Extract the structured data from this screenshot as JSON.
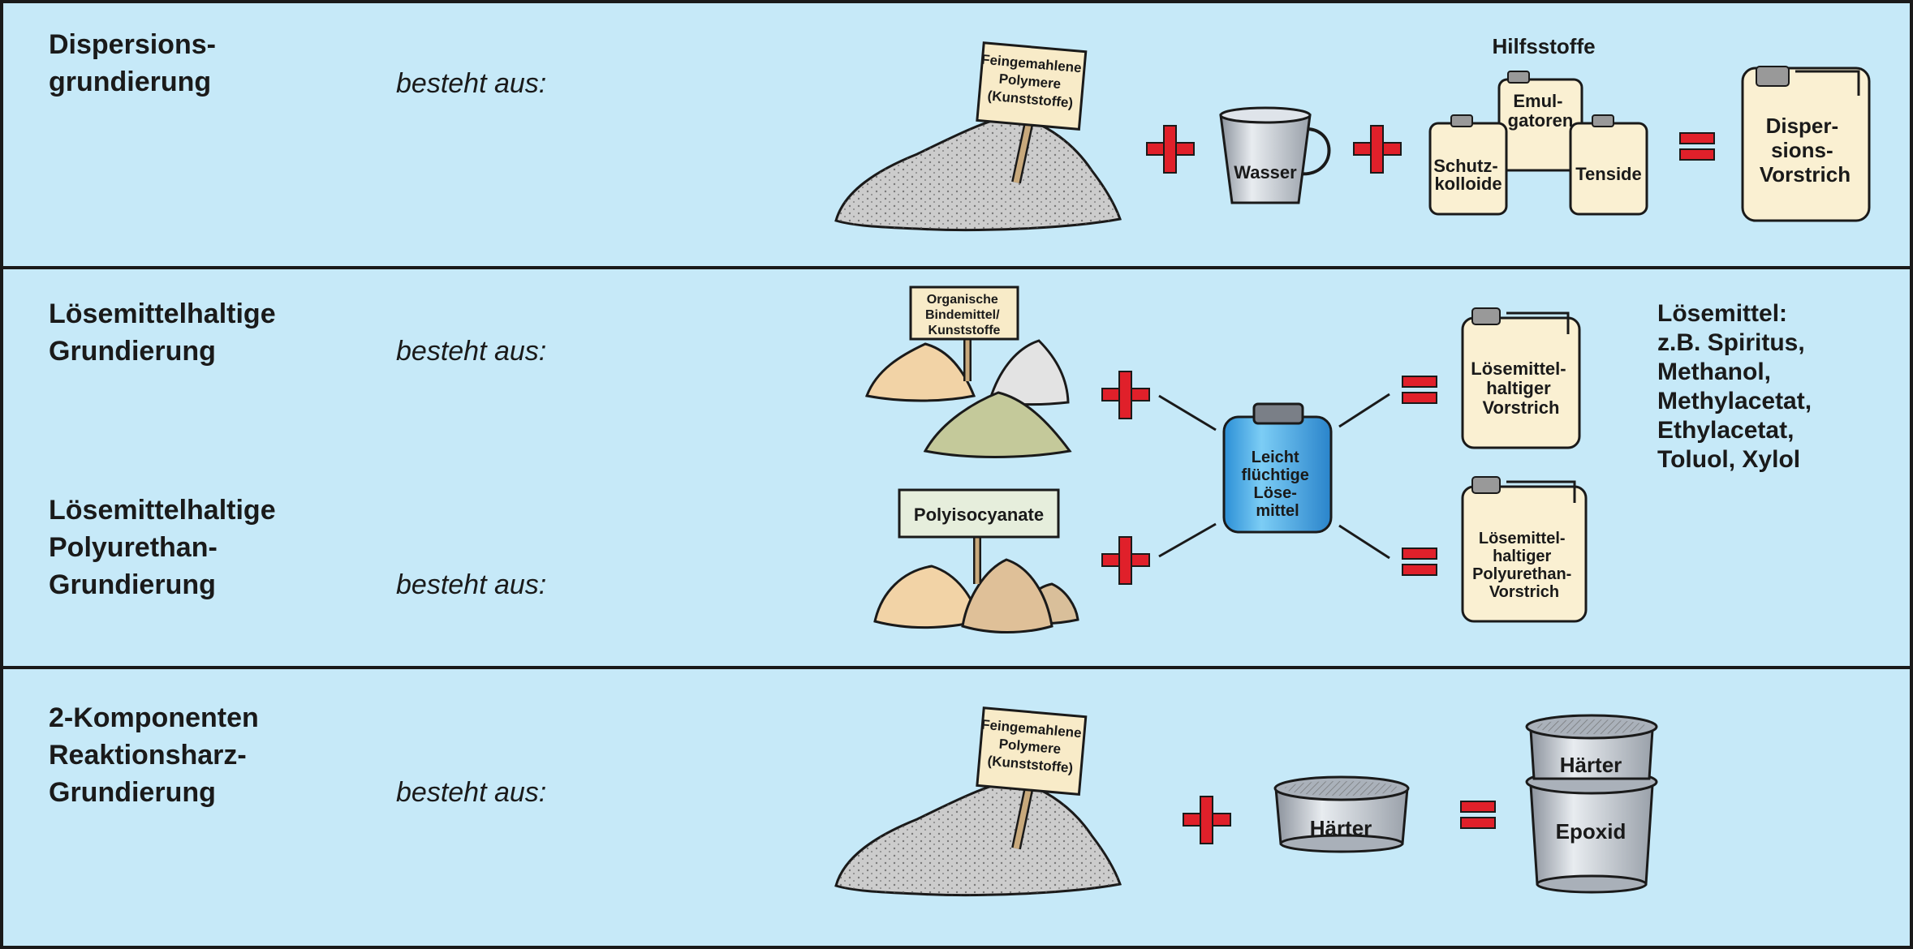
{
  "colors": {
    "panel": "#c6e9f8",
    "border": "#1a1a1a",
    "plus_equals": "#e0202a",
    "label_fill": "#f8ebc8",
    "container_fill": "#faf0d2",
    "pile_grey": "#cccccc",
    "pile_sand": "#f2d3a6",
    "pile_olive": "#c4c99a",
    "pile_tan": "#dfc098",
    "bottle_blue": "#3da7e3",
    "bucket_grey": "#b3b9c1"
  },
  "sections": [
    {
      "title_lines": [
        "Dispersions-",
        "grundierung"
      ],
      "subtitle": "besteht aus:",
      "pile_sign": [
        "Feingemahlene",
        "Polymere",
        "(Kunststoffe)"
      ],
      "bucket_label": "Wasser",
      "additives_title": "Hilfsstoffe",
      "additives": [
        {
          "lines": [
            "Schutz-",
            "kolloide"
          ]
        },
        {
          "lines": [
            "Emul-",
            "gatoren"
          ]
        },
        {
          "lines": [
            "Tenside"
          ]
        }
      ],
      "result_lines": [
        "Disper-",
        "sions-",
        "Vorstrich"
      ],
      "icons": [
        "powder-pile-icon",
        "bucket-icon",
        "canister-icon"
      ]
    },
    {
      "title_lines": [
        "Lösemittelhaltige",
        "Grundierung"
      ],
      "subtitle": "besteht aus:",
      "pile_sign": [
        "Organische",
        "Bindemittel/",
        "Kunststoffe"
      ],
      "bottle_lines": [
        "Leicht",
        "flüchtige",
        "Löse-",
        "mittel"
      ],
      "result_lines": [
        "Lösemittel-",
        "haltiger",
        "Vorstrich"
      ],
      "solvent_list": [
        "Lösemittel:",
        "z.B. Spiritus,",
        "Methanol,",
        "Methylacetat,",
        "Ethylacetat,",
        "Toluol, Xylol"
      ],
      "icons": [
        "powder-pile-icon",
        "bottle-icon",
        "canister-icon"
      ]
    },
    {
      "title_lines": [
        "Lösemittelhaltige",
        "Polyurethan-",
        "Grundierung"
      ],
      "subtitle": "besteht aus:",
      "pile_sign": [
        "Polyisocyanate"
      ],
      "result_lines": [
        "Lösemittel-",
        "haltiger",
        "Polyurethan-",
        "Vorstrich"
      ],
      "icons": [
        "powder-pile-icon",
        "canister-icon"
      ]
    },
    {
      "title_lines": [
        "2-Komponenten",
        "Reaktionsharz-",
        "Grundierung"
      ],
      "subtitle": "besteht aus:",
      "pile_sign": [
        "Feingemahlene",
        "Polymere",
        "(Kunststoffe)"
      ],
      "tub_label": "Härter",
      "stack_top": "Härter",
      "stack_bottom": "Epoxid",
      "icons": [
        "powder-pile-icon",
        "tub-icon",
        "stacked-containers-icon"
      ]
    }
  ]
}
